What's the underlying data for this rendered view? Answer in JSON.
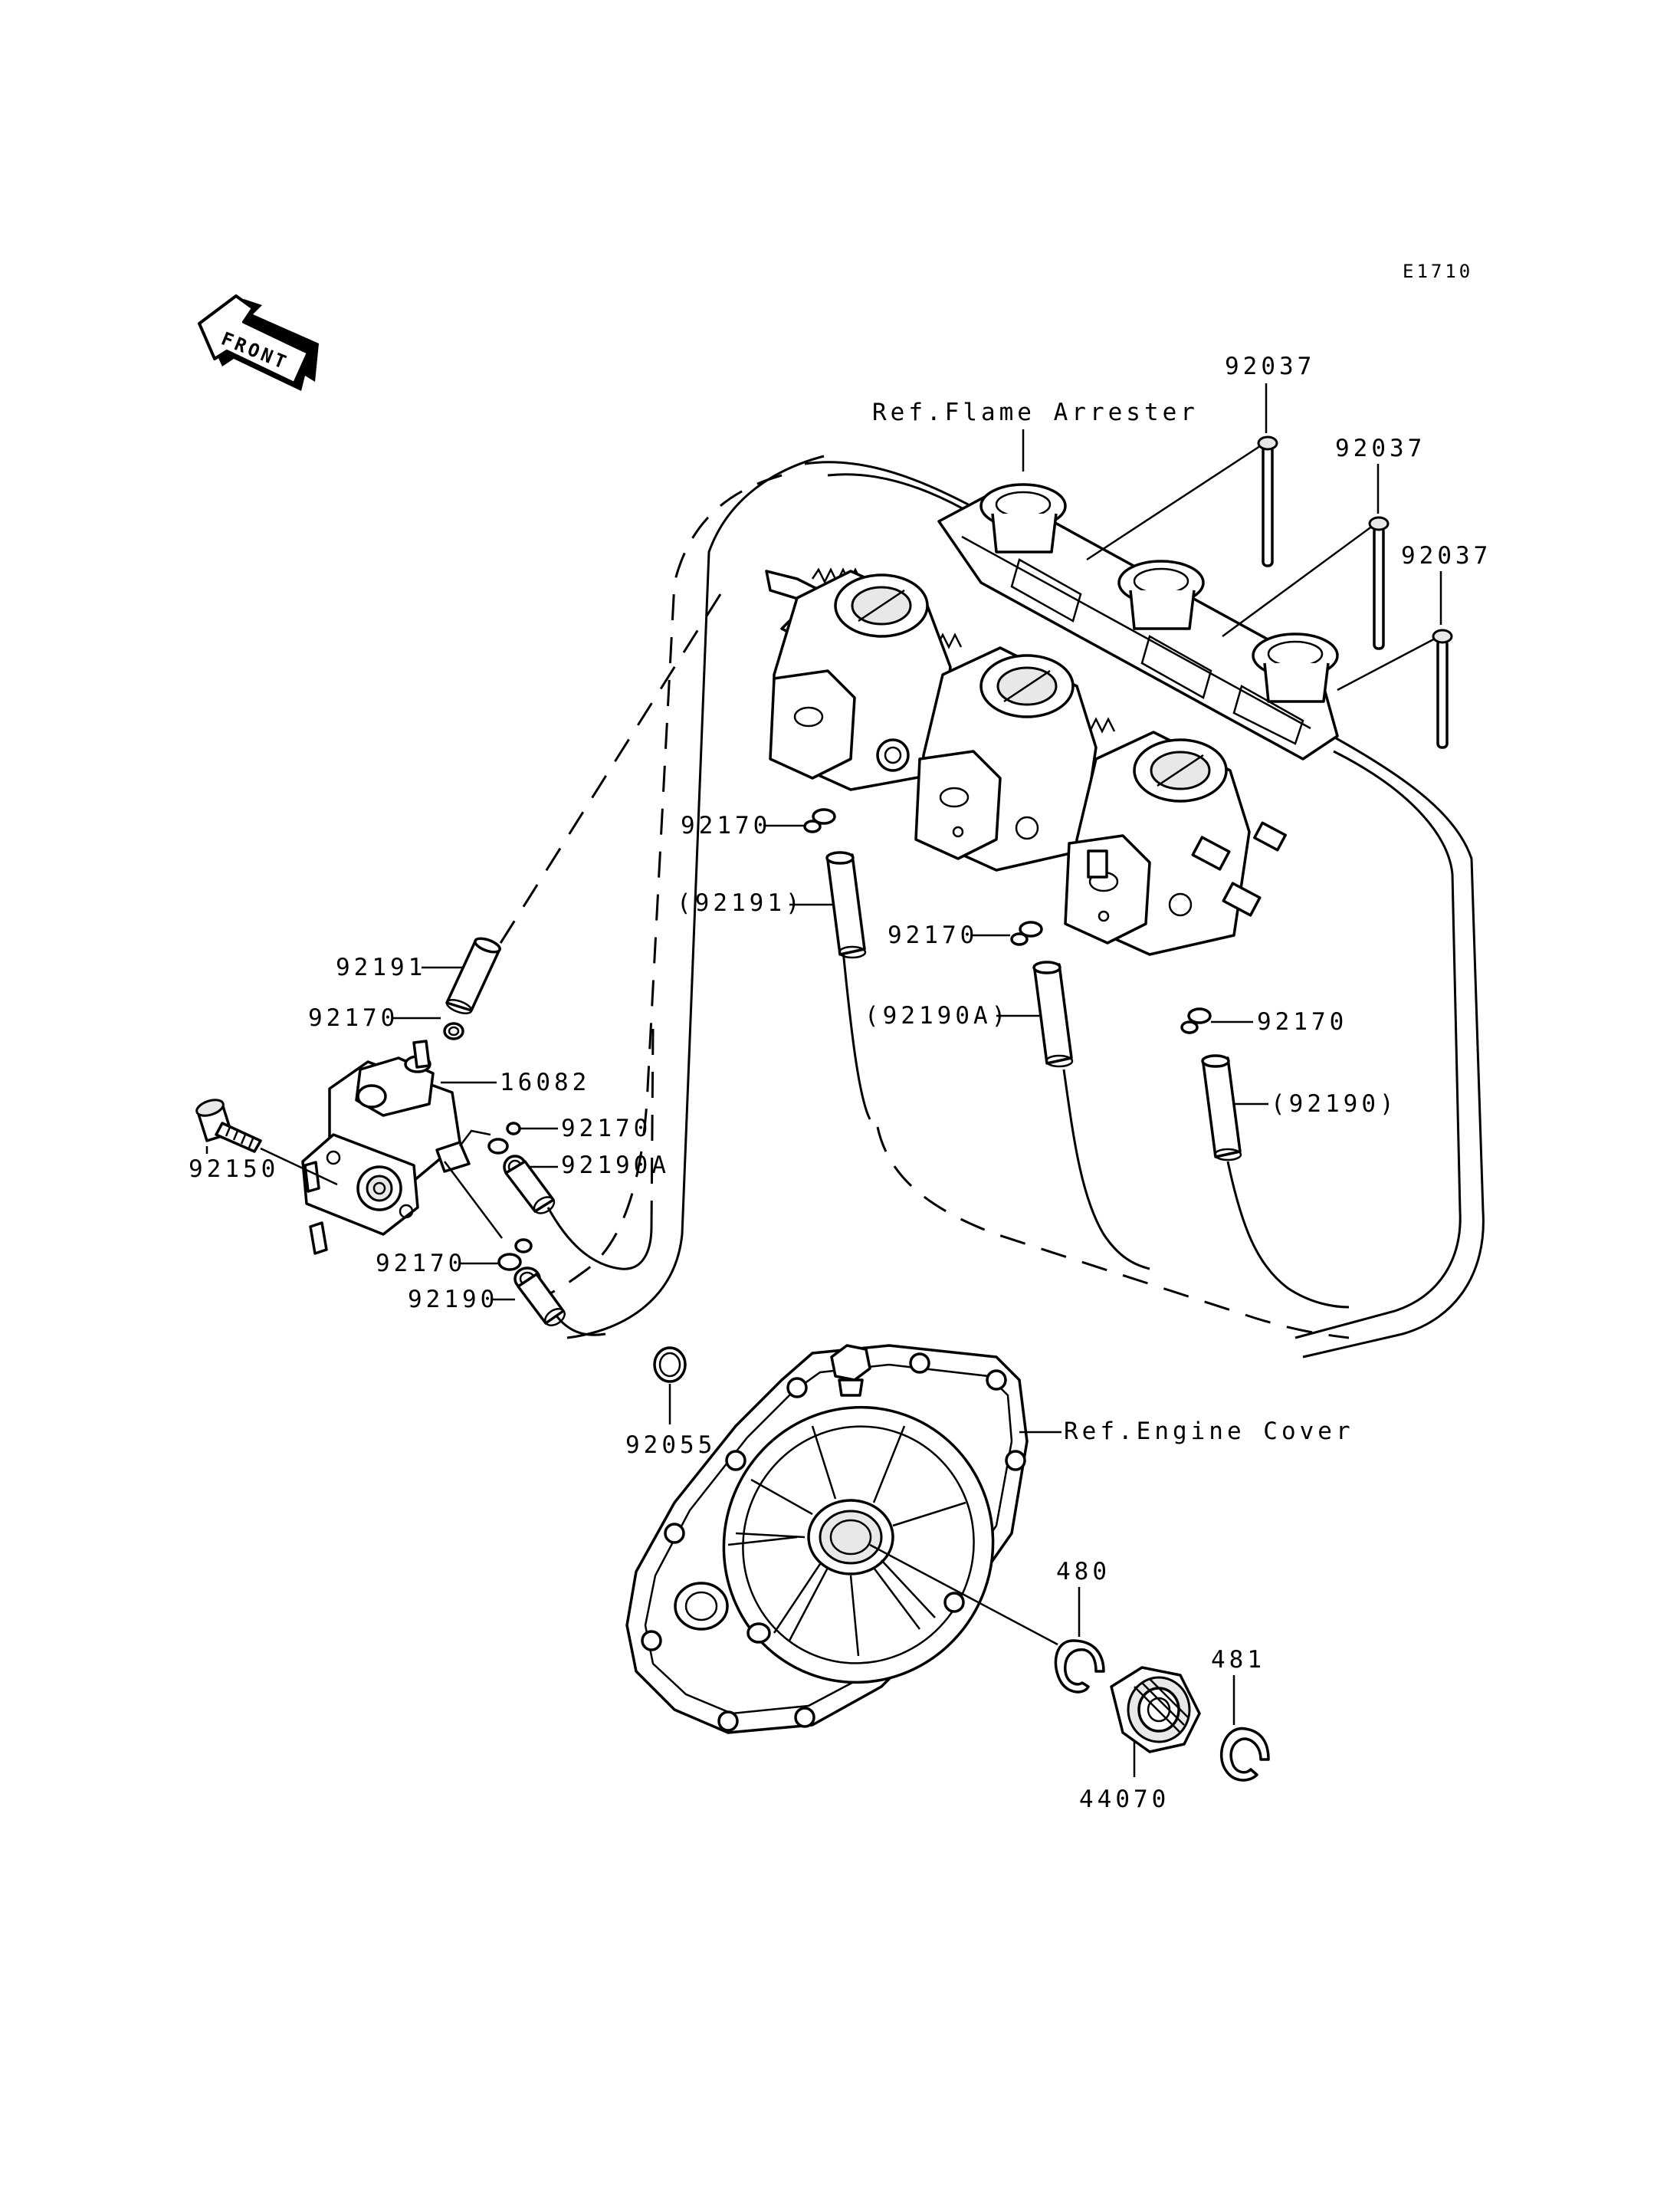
{
  "diagram_code": "E1710",
  "front_label": "FRONT",
  "ref_labels": {
    "flame_arrester": "Ref.Flame Arrester",
    "engine_cover": "Ref.Engine Cover"
  },
  "part_labels": {
    "p92037_a": "92037",
    "p92037_b": "92037",
    "p92037_c": "92037",
    "p92170_a": "92170",
    "p92191_paren": "(92191)",
    "p92170_b": "92170",
    "p92190A_paren": "(92190A)",
    "p92170_c": "92170",
    "p92190_paren": "(92190)",
    "p92191": "92191",
    "p92170_d": "92170",
    "p16082": "16082",
    "p92150": "92150",
    "p92170_e": "92170",
    "p92190A": "92190A",
    "p92170_f": "92170",
    "p92190": "92190",
    "p92055": "92055",
    "p480": "480",
    "p481": "481",
    "p44070": "44070"
  }
}
